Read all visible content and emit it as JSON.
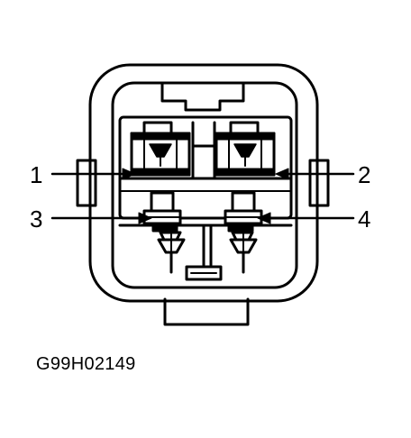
{
  "diagram": {
    "callouts": [
      "1",
      "2",
      "3",
      "4"
    ],
    "figure_code": "G99H02149"
  },
  "colors": {
    "ink": "#000000",
    "paper": "#ffffff"
  }
}
